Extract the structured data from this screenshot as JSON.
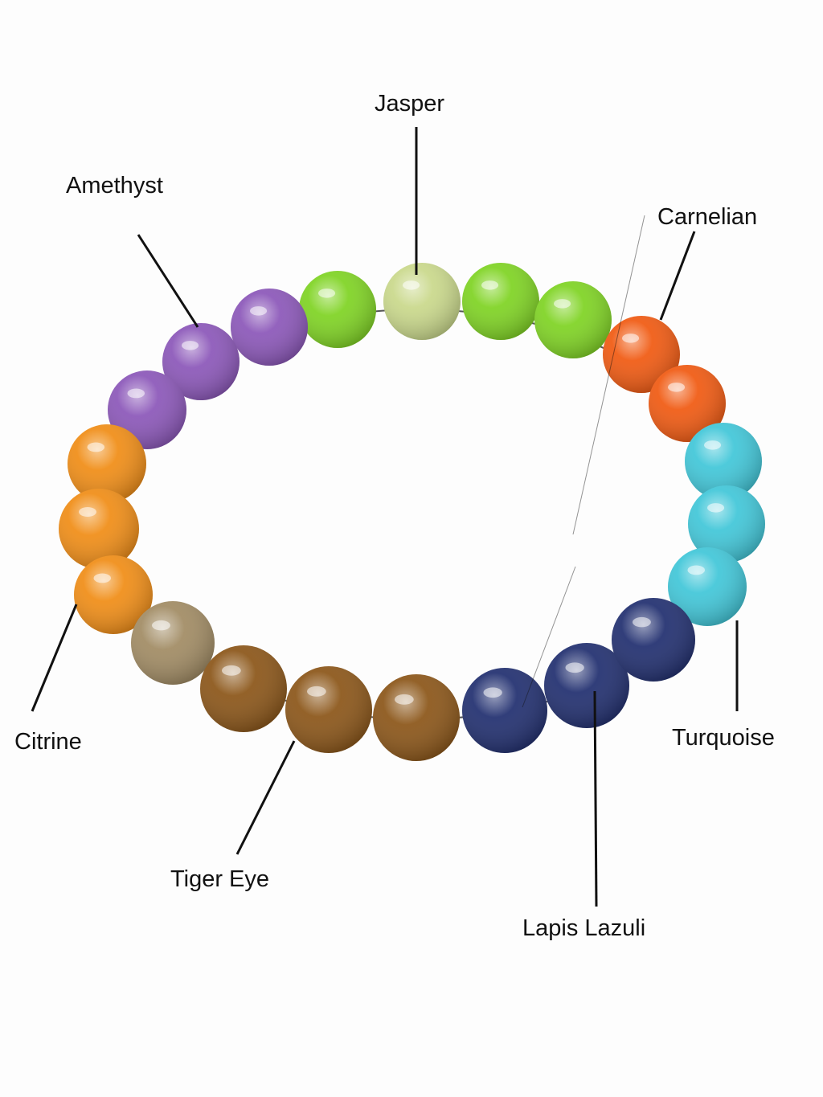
{
  "labels": {
    "jasper": "Jasper",
    "amethyst": "Amethyst",
    "carnelian": "Carnelian",
    "citrine": "Citrine",
    "turquoise": "Turquoise",
    "tiger_eye": "Tiger Eye",
    "lapis_lazuli": "Lapis Lazuli"
  },
  "stone_colors": {
    "jasper": "#7ed321",
    "jasper_pale": "#c9d88a",
    "amethyst": "#8a55b8",
    "carnelian": "#f0580f",
    "citrine": "#f08c14",
    "turquoise": "#3fc6d8",
    "tiger_eye": "#8a5416",
    "smoky": "#a08a62",
    "lapis_lazuli": "#1f2d6e"
  },
  "background_color": "#fdfdfd",
  "line_color": "#111111"
}
